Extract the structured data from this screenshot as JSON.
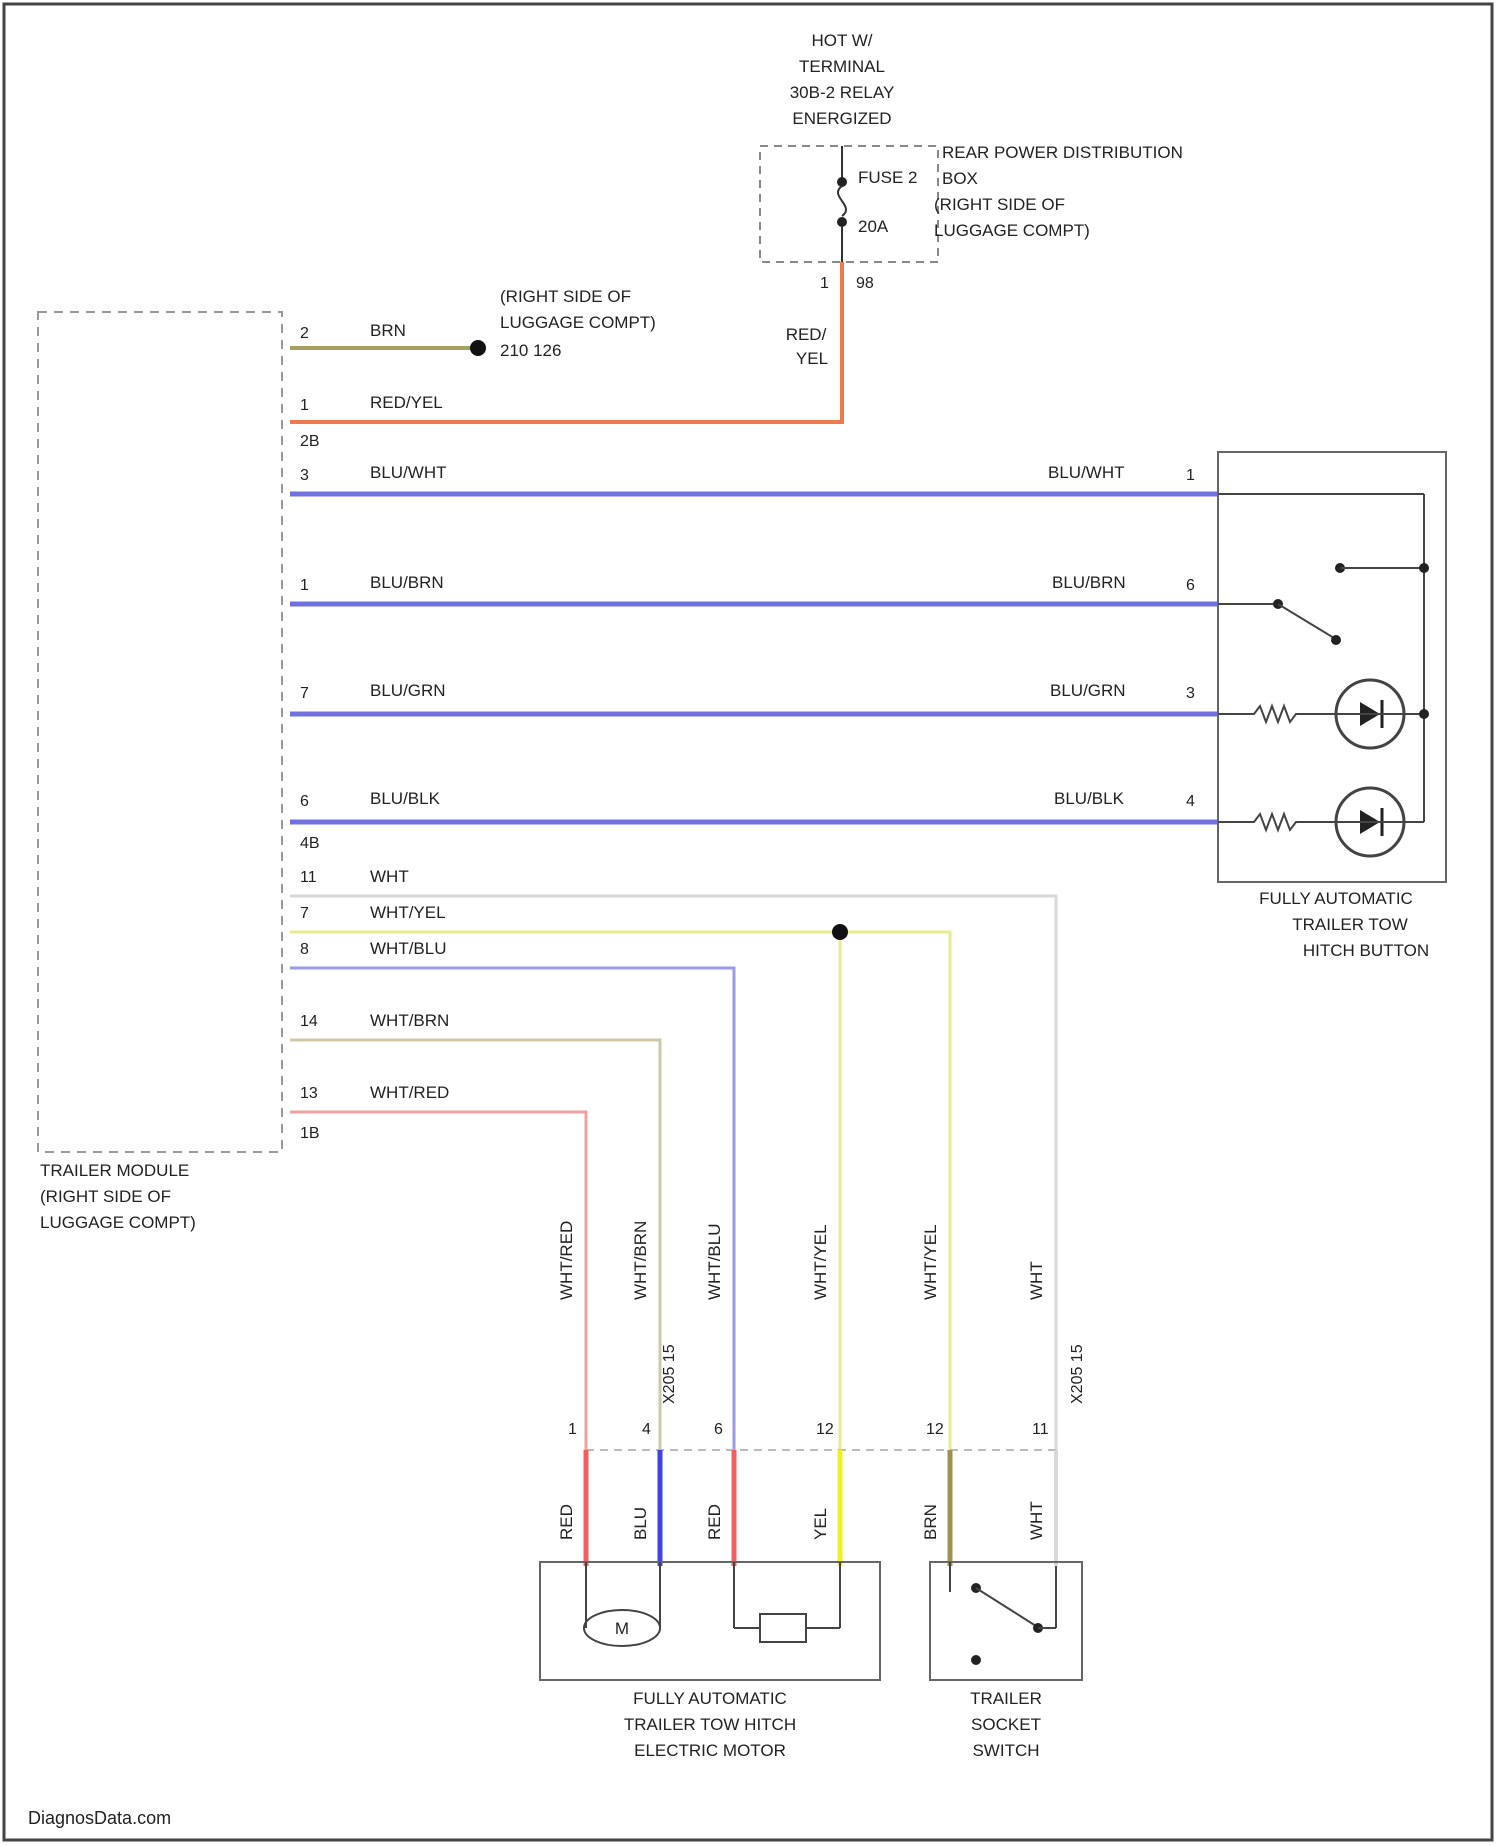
{
  "power_source": {
    "hot_label": [
      "HOT W/",
      "TERMINAL",
      "30B-2 RELAY",
      "ENERGIZED"
    ],
    "fuse_name": "FUSE 2",
    "fuse_rating": "20A",
    "distribution_label": [
      "REAR POWER DISTRIBUTION",
      "BOX",
      "(RIGHT SIDE OF",
      "LUGGAGE COMPT)"
    ],
    "terminal_pin": "1",
    "terminal_id": "98"
  },
  "ground": {
    "label": [
      "(RIGHT SIDE OF",
      "LUGGAGE COMPT)"
    ],
    "id": "210 126"
  },
  "trailer_module": {
    "label": [
      "TRAILER MODULE",
      "(RIGHT SIDE OF",
      "LUGGAGE COMPT)"
    ],
    "connector_a": "2B",
    "connector_b": "4B",
    "connector_c": "1B"
  },
  "module_wires": [
    {
      "pin": "2",
      "color_name": "BRN"
    },
    {
      "pin": "1",
      "color_name": "RED/YEL"
    },
    {
      "pin": "3",
      "color_name": "BLU/WHT"
    },
    {
      "pin": "1",
      "color_name": "BLU/BRN"
    },
    {
      "pin": "7",
      "color_name": "BLU/GRN"
    },
    {
      "pin": "6",
      "color_name": "BLU/BLK"
    },
    {
      "pin": "11",
      "color_name": "WHT"
    },
    {
      "pin": "7",
      "color_name": "WHT/YEL"
    },
    {
      "pin": "8",
      "color_name": "WHT/BLU"
    },
    {
      "pin": "14",
      "color_name": "WHT/BRN"
    },
    {
      "pin": "13",
      "color_name": "WHT/RED"
    }
  ],
  "red_yel_vertical": [
    "RED/",
    "YEL"
  ],
  "button": {
    "label": [
      "FULLY AUTOMATIC",
      "TRAILER TOW",
      "HITCH BUTTON"
    ],
    "wires": [
      {
        "color_name": "BLU/WHT",
        "pin": "1"
      },
      {
        "color_name": "BLU/BRN",
        "pin": "6"
      },
      {
        "color_name": "BLU/GRN",
        "pin": "3"
      },
      {
        "color_name": "BLU/BLK",
        "pin": "4"
      }
    ]
  },
  "vertical_wires": [
    {
      "upper": "WHT/RED",
      "pin": "1",
      "lower": "RED"
    },
    {
      "upper": "WHT/BRN",
      "pin": "4",
      "lower": "BLU"
    },
    {
      "upper": "WHT/BLU",
      "pin": "6",
      "lower": "RED"
    },
    {
      "upper": "WHT/YEL",
      "pin": "12",
      "lower": "YEL"
    },
    {
      "upper": "WHT/YEL",
      "pin": "12",
      "lower": "BRN"
    },
    {
      "upper": "WHT",
      "pin": "11",
      "lower": "WHT"
    }
  ],
  "bottom_connector_a": "X205 15",
  "bottom_connector_b": "X205 15",
  "motor": {
    "symbol": "M",
    "label": [
      "FULLY AUTOMATIC",
      "TRAILER TOW HITCH",
      "ELECTRIC MOTOR"
    ]
  },
  "socket_switch": {
    "label": [
      "TRAILER",
      "SOCKET",
      "SWITCH"
    ]
  },
  "footer": "DiagnosData.com",
  "colors": {
    "brn": "#a8a060",
    "red_yel": "#f07a50",
    "blu": "#7070e0",
    "wht": "#d8d8d8",
    "wht_yel": "#eaea90",
    "wht_blu": "#9a9ae8",
    "wht_brn": "#cfc7a8",
    "wht_red": "#f0a0a0",
    "red": "#f06060",
    "blu_dark": "#4040e8",
    "yel": "#f0f020",
    "brn_dark": "#a09050"
  }
}
